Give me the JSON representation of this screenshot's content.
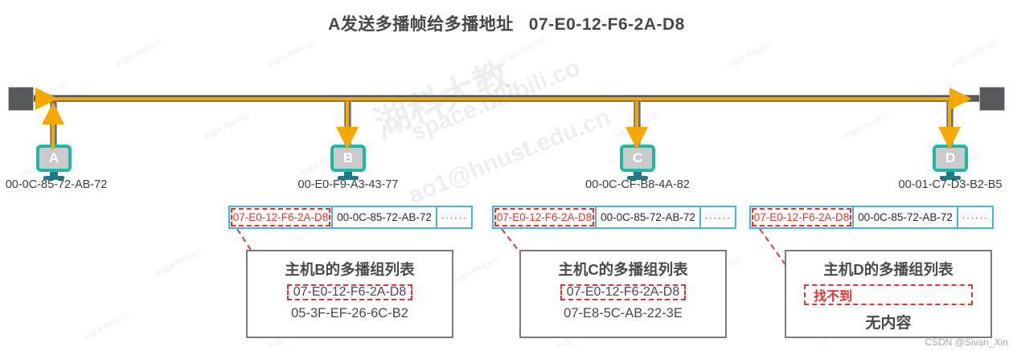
{
  "title": "A发送多播帧给多播地址   07-E0-12-F6-2A-D8",
  "colors": {
    "bus": "#58595b",
    "signal_arrow": "#f5a800",
    "frame_border": "#4ab3e0",
    "highlight_red": "#e8342a",
    "host_teal": "#20b7a4",
    "list_border": "#7b7b7b"
  },
  "multicast_address": "07-E0-12-F6-2A-D8",
  "hosts": [
    {
      "label": "A",
      "mac": "00-0C-85-72-AB-72",
      "role": "sender",
      "arrow": "up"
    },
    {
      "label": "B",
      "mac": "00-E0-F9-A3-43-77",
      "role": "receiver",
      "arrow": "down"
    },
    {
      "label": "C",
      "mac": "00-0C-CF-B8-4A-82",
      "role": "receiver",
      "arrow": "down"
    },
    {
      "label": "D",
      "mac": "00-01-C7-D3-B2-B5",
      "role": "receiver",
      "arrow": "down"
    }
  ],
  "frames": [
    {
      "destination": "07-E0-12-F6-2A-D8",
      "source": "00-0C-85-72-AB-72",
      "payload": "······"
    },
    {
      "destination": "07-E0-12-F6-2A-D8",
      "source": "00-0C-85-72-AB-72",
      "payload": "······"
    },
    {
      "destination": "07-E0-12-F6-2A-D8",
      "source": "00-0C-85-72-AB-72",
      "payload": "······"
    }
  ],
  "multicast_lists": [
    {
      "title": "主机B的多播组列表",
      "matched_entry": "07-E0-12-F6-2A-D8",
      "other_entry": "05-3F-EF-26-6C-B2",
      "found": true
    },
    {
      "title": "主机C的多播组列表",
      "matched_entry": "07-E0-12-F6-2A-D8",
      "other_entry": "07-E8-5C-AB-22-3E",
      "found": true
    },
    {
      "title": "主机D的多播组列表",
      "matched_entry": "找不到",
      "other_entry": "无内容",
      "found": false
    }
  ],
  "watermark": {
    "csdn": "CSDN @Sivan_Xin",
    "text_small": "中国大学MOOC",
    "text_big_1": "湖科大教",
    "text_big_2": "space.bilibili.co",
    "text_big_3": "ao1@hnust.edu.cn"
  }
}
